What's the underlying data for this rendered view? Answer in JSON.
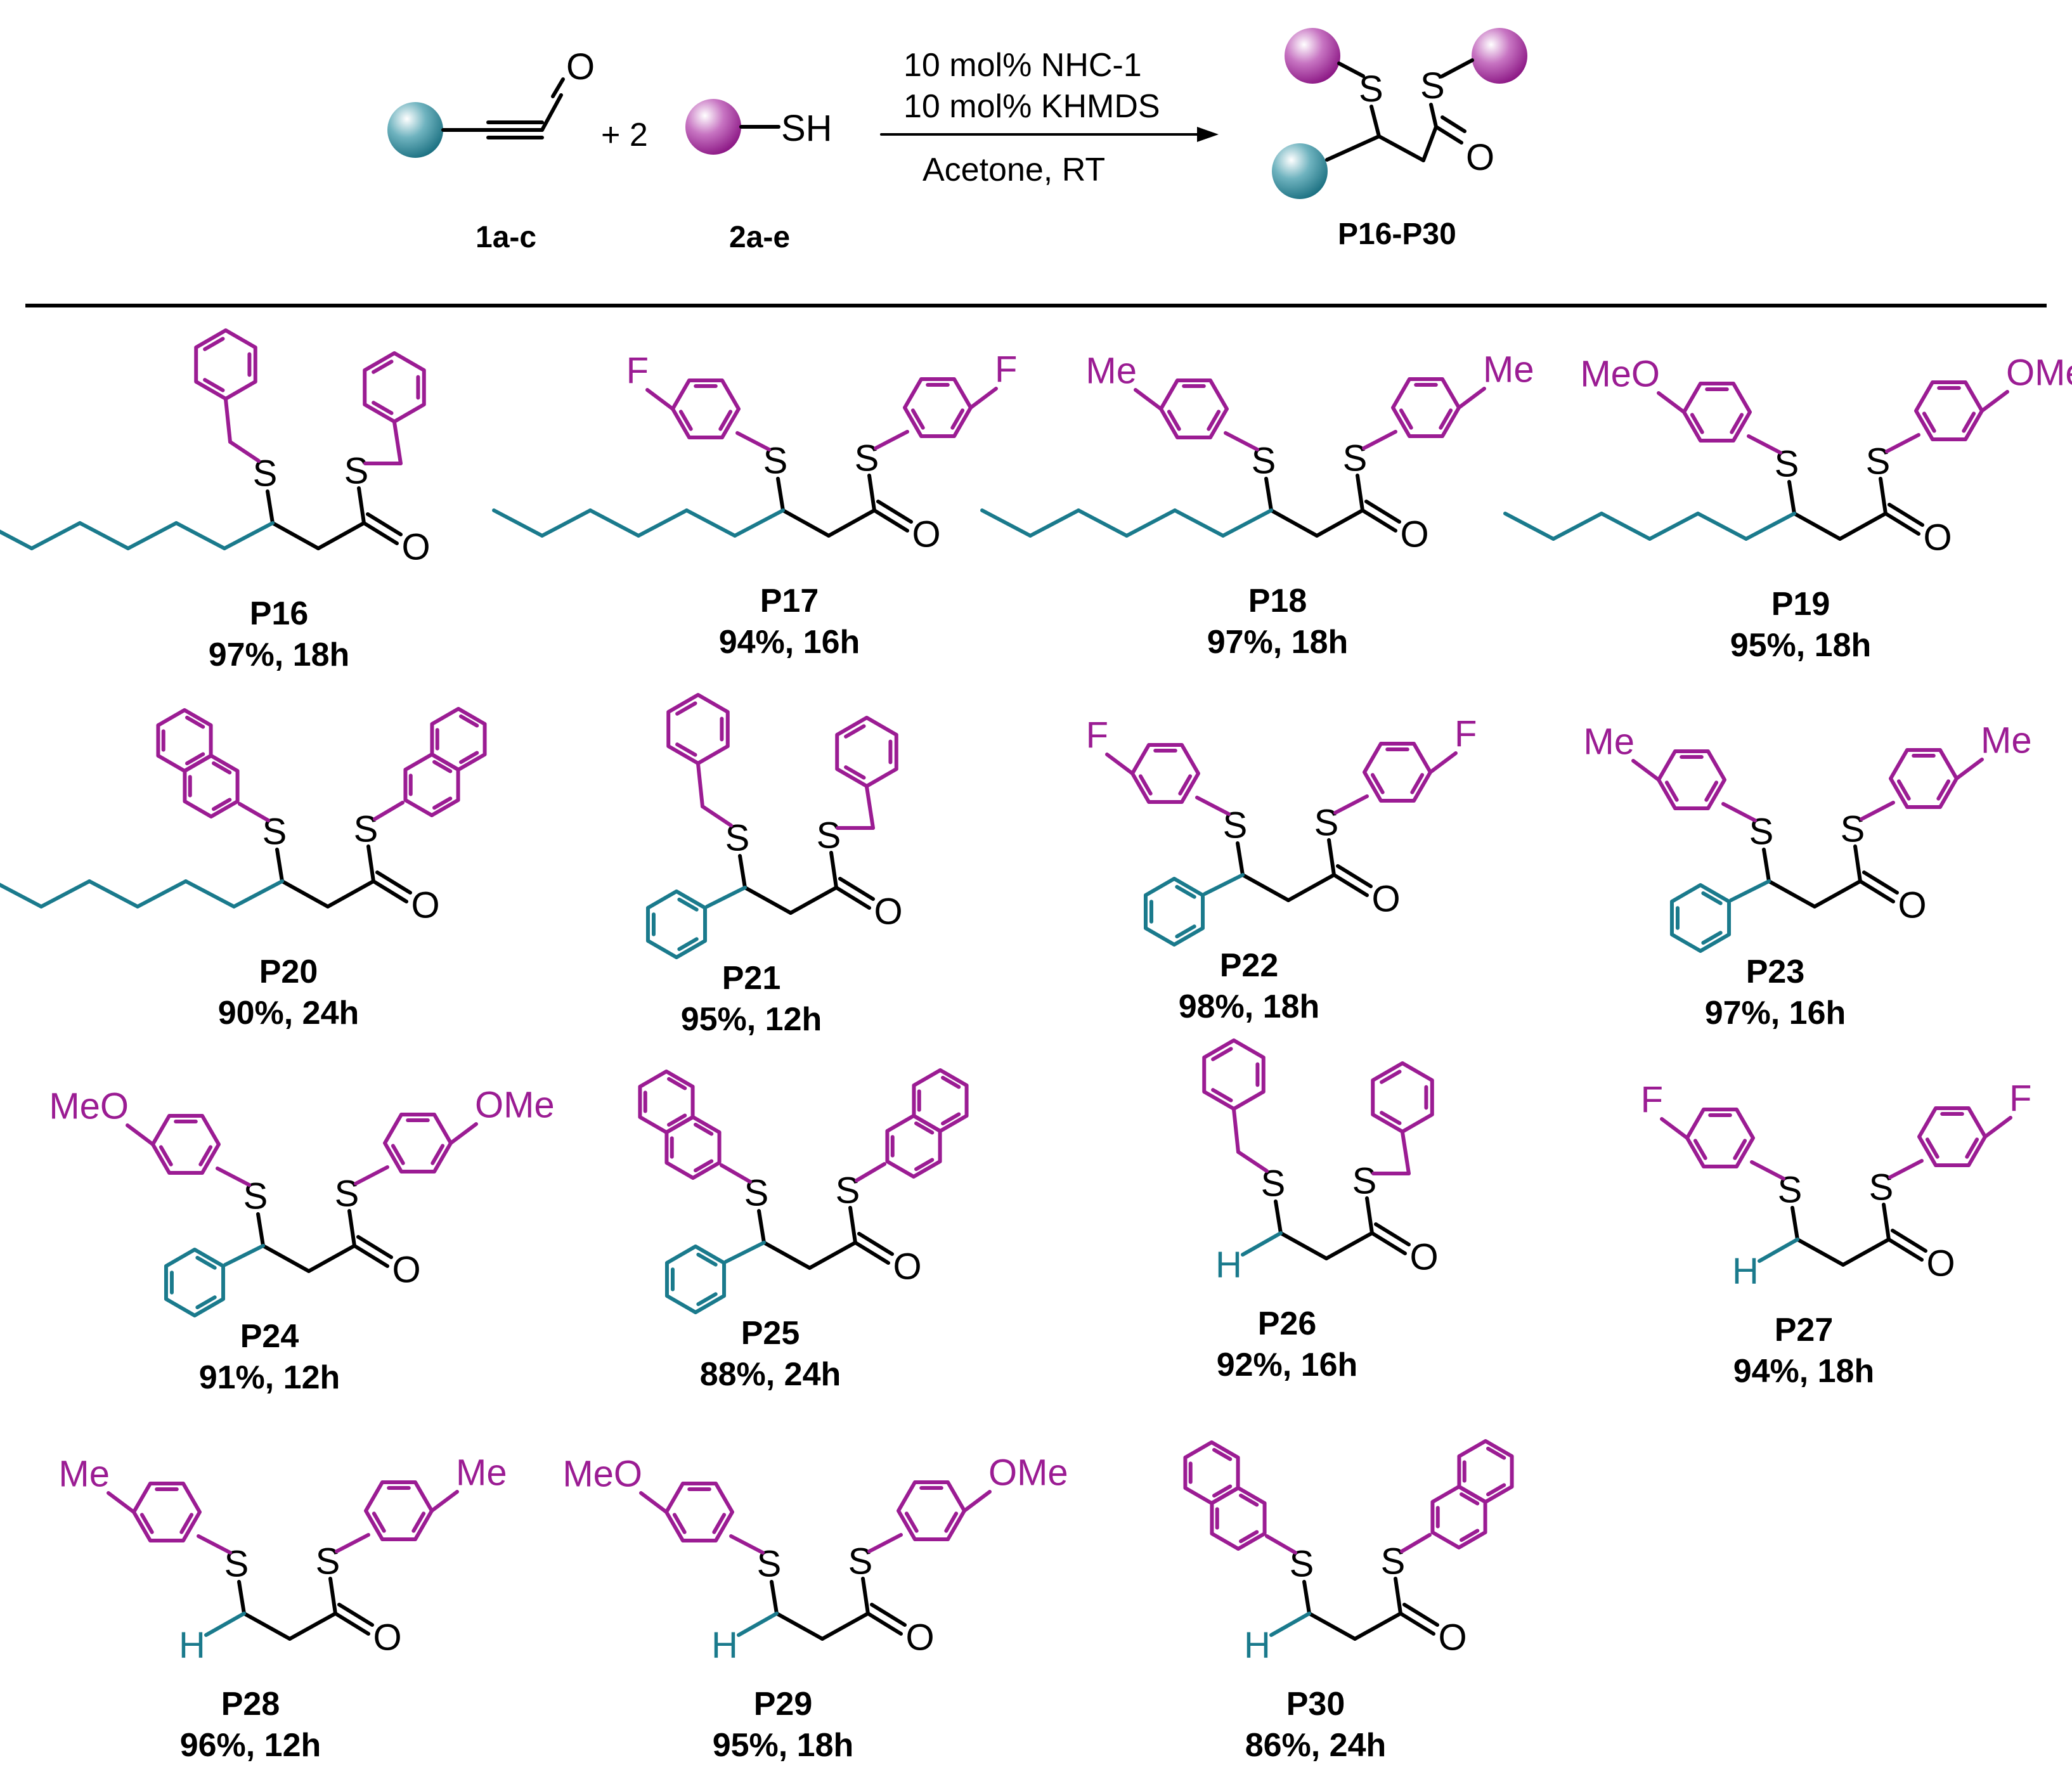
{
  "colors": {
    "teal": "#1A7A8C",
    "magenta": "#9B1C93",
    "black": "#000000"
  },
  "scheme": {
    "reagent1_label": "1a-c",
    "plus_two": "+ 2",
    "sh_label": "SH",
    "reagent2_label": "2a-e",
    "conditions": [
      "10 mol% NHC-1",
      "10 mol% KHMDS",
      "Acetone, RT"
    ],
    "product_label": "P16-P30"
  },
  "products": [
    {
      "id": "P16",
      "label": "P16",
      "yield": "97%, 18h",
      "r1": "hexyl",
      "r2": "benzyl",
      "sub": ""
    },
    {
      "id": "P17",
      "label": "P17",
      "yield": "94%, 16h",
      "r1": "hexyl",
      "r2": "aryl",
      "sub": "F"
    },
    {
      "id": "P18",
      "label": "P18",
      "yield": "97%, 18h",
      "r1": "hexyl",
      "r2": "aryl",
      "sub": "Me"
    },
    {
      "id": "P19",
      "label": "P19",
      "yield": "95%, 18h",
      "r1": "hexyl",
      "r2": "aryl",
      "sub_left": "MeO",
      "sub_right": "OMe"
    },
    {
      "id": "P20",
      "label": "P20",
      "yield": "90%, 24h",
      "r1": "hexyl",
      "r2": "naphthyl",
      "sub": ""
    },
    {
      "id": "P21",
      "label": "P21",
      "yield": "95%, 12h",
      "r1": "phenyl",
      "r2": "benzyl",
      "sub": ""
    },
    {
      "id": "P22",
      "label": "P22",
      "yield": "98%, 18h",
      "r1": "phenyl",
      "r2": "aryl",
      "sub": "F"
    },
    {
      "id": "P23",
      "label": "P23",
      "yield": "97%, 16h",
      "r1": "phenyl",
      "r2": "aryl",
      "sub": "Me"
    },
    {
      "id": "P24",
      "label": "P24",
      "yield": "91%, 12h",
      "r1": "phenyl",
      "r2": "aryl",
      "sub_left": "MeO",
      "sub_right": "OMe"
    },
    {
      "id": "P25",
      "label": "P25",
      "yield": "88%, 24h",
      "r1": "phenyl",
      "r2": "naphthyl",
      "sub": ""
    },
    {
      "id": "P26",
      "label": "P26",
      "yield": "92%, 16h",
      "r1": "H",
      "r2": "benzyl",
      "sub": ""
    },
    {
      "id": "P27",
      "label": "P27",
      "yield": "94%, 18h",
      "r1": "H",
      "r2": "aryl",
      "sub": "F"
    },
    {
      "id": "P28",
      "label": "P28",
      "yield": "96%, 12h",
      "r1": "H",
      "r2": "aryl",
      "sub": "Me"
    },
    {
      "id": "P29",
      "label": "P29",
      "yield": "95%, 18h",
      "r1": "H",
      "r2": "aryl",
      "sub_left": "MeO",
      "sub_right": "OMe"
    },
    {
      "id": "P30",
      "label": "P30",
      "yield": "86%, 24h",
      "r1": "H",
      "r2": "naphthyl",
      "sub": ""
    }
  ],
  "atoms": {
    "S": "S",
    "O": "O",
    "H": "H"
  }
}
